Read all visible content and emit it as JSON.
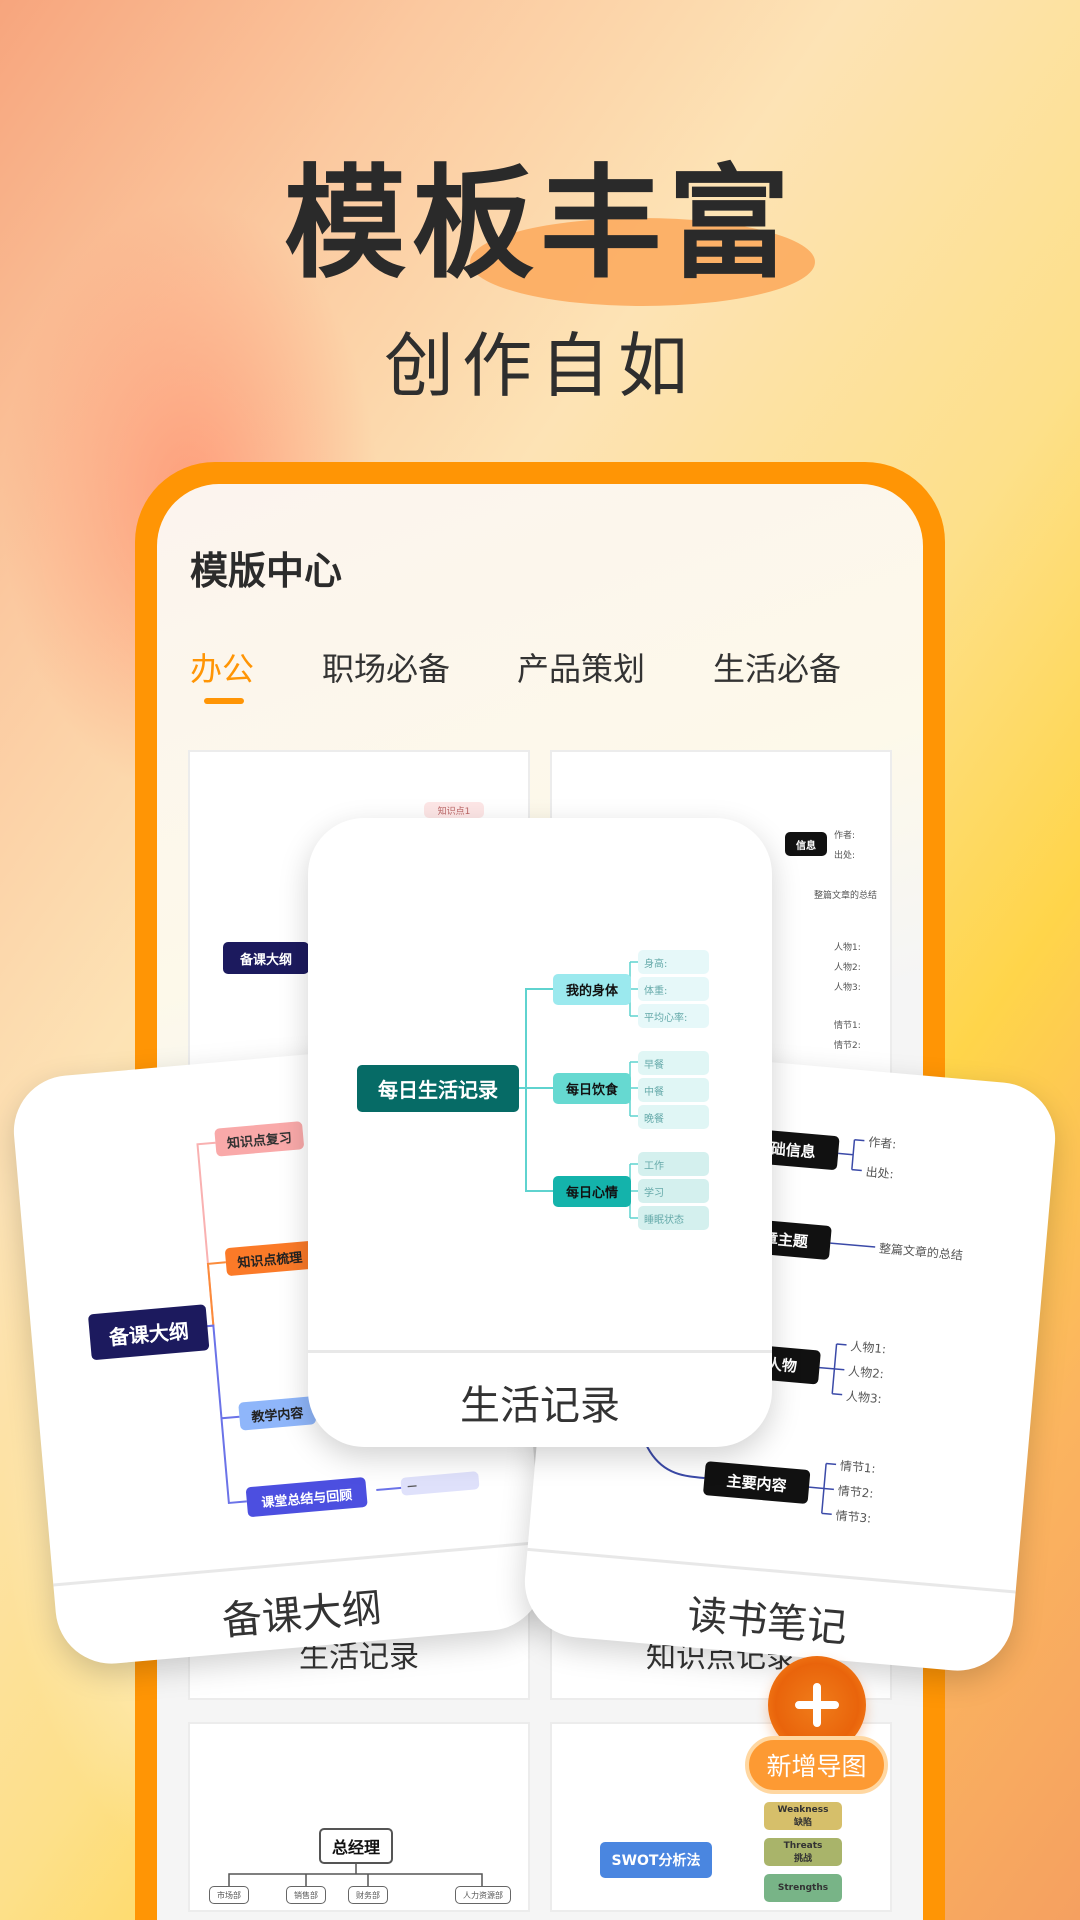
{
  "hero": {
    "title": "模板丰富",
    "subtitle": "创作自如"
  },
  "app": {
    "title": "模版中心",
    "tabs": [
      {
        "label": "办公",
        "active": true
      },
      {
        "label": "职场必备"
      },
      {
        "label": "产品策划"
      },
      {
        "label": "生活必备"
      }
    ]
  },
  "grid": {
    "cards": [
      {
        "label": "生活记录",
        "root": "备课大纲",
        "tag": "知识点1"
      },
      {
        "label": "知识点记录",
        "leaves": [
          "作者:",
          "出处:",
          "整篇文章的总结",
          "人物1:",
          "人物2:",
          "人物3:",
          "情节1:",
          "情节2:"
        ],
        "node": "信息"
      },
      {
        "root": "总经理",
        "depts": [
          "市场部",
          "销售部",
          "财务部",
          "人力资源部"
        ]
      },
      {
        "root": "SWOT分析法",
        "branches": [
          {
            "en": "Weakness",
            "zh": "缺陷"
          },
          {
            "en": "Threats",
            "zh": "挑战"
          },
          {
            "en": "Strengths"
          }
        ]
      }
    ]
  },
  "featured": {
    "center": {
      "label": "生活记录",
      "root": "每日生活记录",
      "branches": [
        {
          "name": "我的身体",
          "leaves": [
            "身高:",
            "体重:",
            "平均心率:"
          ]
        },
        {
          "name": "每日饮食",
          "leaves": [
            "早餐",
            "中餐",
            "晚餐"
          ]
        },
        {
          "name": "每日心情",
          "leaves": [
            "工作",
            "学习",
            "睡眠状态"
          ]
        }
      ]
    },
    "left": {
      "label": "备课大纲",
      "root": "备课大纲",
      "branches": [
        "知识点复习",
        "知识点梳理",
        "教学内容",
        "课堂总结与回顾"
      ],
      "leaf": "—"
    },
    "right": {
      "label": "读书笔记",
      "branches": [
        {
          "name": "基础信息",
          "leaves": [
            "作者:",
            "出处:"
          ]
        },
        {
          "name": "文章主题",
          "leaves": [
            "整篇文章的总结"
          ]
        },
        {
          "name": "主要人物",
          "leaves": [
            "人物1:",
            "人物2:",
            "人物3:"
          ]
        },
        {
          "name": "主要内容",
          "leaves": [
            "情节1:",
            "情节2:",
            "情节3:"
          ]
        }
      ]
    }
  },
  "fab": {
    "label": "新增导图",
    "icon": "plus-icon"
  },
  "colors": {
    "accent": "#ff9505",
    "teal_root": "#066b66",
    "navy": "#1c1a5e"
  }
}
